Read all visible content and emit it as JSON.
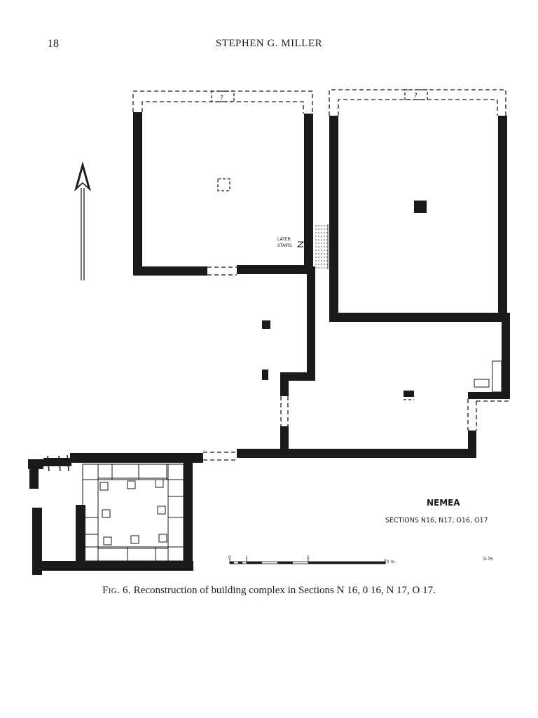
{
  "header": {
    "page_number": "18",
    "author": "STEPHEN G. MILLER"
  },
  "plan": {
    "unknown_mark_left": "?",
    "unknown_mark_right": "?",
    "stairs_label_line1": "LATER",
    "stairs_label_line2": "STAIRS",
    "site_title": "NEMEA",
    "sections_label": "SECTIONS  N16, N17, O16, O17",
    "scale": {
      "tick_0": "0",
      "tick_1": "1",
      "tick_5": "5",
      "tick_10": "10 m."
    },
    "date_mark": "9-76",
    "north_arrow": "north-arrow-icon"
  },
  "caption": {
    "label": "Fig. 6.",
    "text": "Reconstruction of building complex in Sections N 16, 0 16, N 17, O 17."
  }
}
